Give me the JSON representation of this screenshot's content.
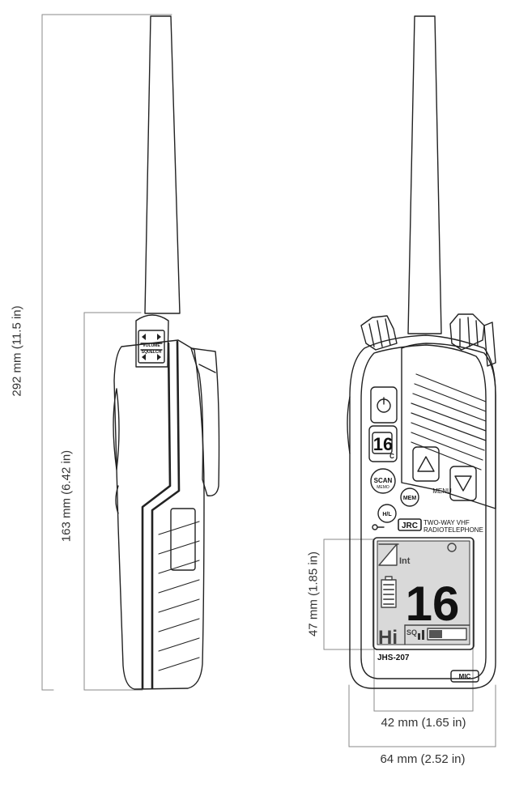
{
  "dimensions": {
    "total_height": "292 mm (11.5 in)",
    "body_height": "163 mm (6.42 in)",
    "display_height": "47 mm (1.85 in)",
    "display_width": "42 mm (1.65 in)",
    "body_width": "64 mm (2.52 in)"
  },
  "side_view": {
    "volume_label": "VOLUME",
    "squelch_label": "SQUELCH"
  },
  "front_view": {
    "brand": "JRC",
    "product_line1": "TWO-WAY VHF",
    "product_line2": "RADIOTELEPHONE",
    "model": "JHS-207",
    "mic_label": "MIC",
    "menu_label": "MENU",
    "key_16_label": "16",
    "key_16_sub": "C",
    "scan_label": "SCAN",
    "scan_sub": "MEMO",
    "mem_label": "MEM",
    "hilo_label": "H/L",
    "display": {
      "channel_number": "16",
      "channel_type": "Int",
      "power_level": "Hi",
      "mode_text": "SQ"
    }
  }
}
